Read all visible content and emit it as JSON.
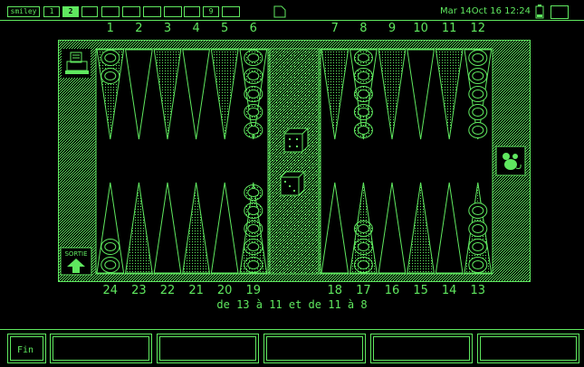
{
  "topbar": {
    "logo": "smiley",
    "slots": [
      "1",
      "2",
      "",
      "",
      "",
      "",
      "",
      "",
      "9",
      ""
    ],
    "clock": "Mar 14Oct  16 12:24"
  },
  "board": {
    "top_numbers": [
      "1",
      "2",
      "3",
      "4",
      "5",
      "6",
      "7",
      "8",
      "9",
      "10",
      "11",
      "12"
    ],
    "bottom_numbers": [
      "24",
      "23",
      "22",
      "21",
      "20",
      "19",
      "18",
      "17",
      "16",
      "15",
      "14",
      "13"
    ],
    "bear_off_label": "SORTIE",
    "move_text": "de 13 à 11 et de 11 à 8",
    "dice": [
      4,
      3
    ],
    "checkers": {
      "top": [
        2,
        0,
        0,
        0,
        0,
        5,
        0,
        5,
        0,
        0,
        0,
        5
      ],
      "bottom": [
        2,
        0,
        0,
        0,
        0,
        5,
        0,
        3,
        0,
        0,
        0,
        4
      ]
    }
  },
  "footer": {
    "fin_label": "Fin"
  },
  "colors": {
    "fg": "#5fe85f",
    "bg": "#000000"
  }
}
